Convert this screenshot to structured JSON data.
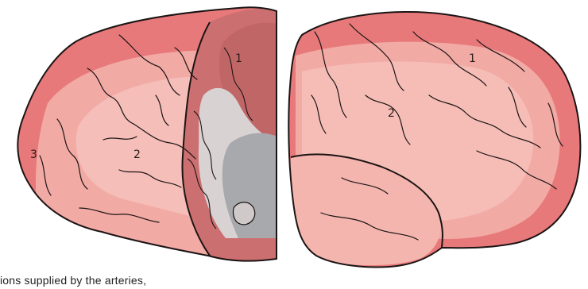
{
  "labels": {
    "left_hemisphere": {
      "territory_1": "1",
      "territory_2": "2",
      "territory_3": "3"
    },
    "right_hemisphere": {
      "territory_1": "1",
      "territory_2": "2"
    }
  },
  "caption": "gions supplied by the arteries,",
  "colors": {
    "territory_outer": "#e8797a",
    "territory_middle": "#f2aaa5",
    "territory_core": "#f6c2bc",
    "section_tissue": "#cc6f70",
    "section_white_matter": "#d9d2d2",
    "section_deep": "#a7a9ad",
    "outline": "#1c1414"
  }
}
